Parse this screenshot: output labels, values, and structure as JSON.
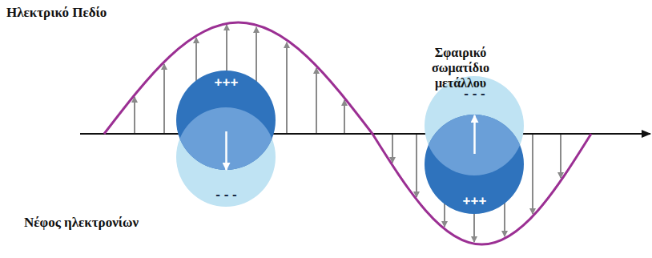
{
  "diagram": {
    "nodes": [
      {
        "text": [
          "+++",
          "- - -"
        ]
      },
      {
        "text": [
          "- - -",
          "+++"
        ]
      }
    ],
    "labels": [
      "Ηλεκτρικό Πεδίο",
      "Σφαιρικό σωματίδιο μετάλλου",
      "Νέφος ηλεκτρονίων"
    ]
  }
}
